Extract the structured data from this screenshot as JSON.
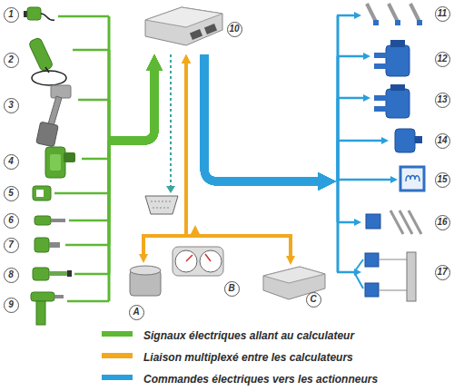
{
  "diagram": {
    "nodes": [
      {
        "text": [
          "1"
        ]
      },
      {
        "text": [
          "2"
        ]
      },
      {
        "text": [
          "3"
        ]
      },
      {
        "text": [
          "4"
        ]
      },
      {
        "text": [
          "5"
        ]
      },
      {
        "text": [
          "6"
        ]
      },
      {
        "text": [
          "7"
        ]
      },
      {
        "text": [
          "8"
        ]
      },
      {
        "text": [
          "9"
        ]
      },
      {
        "text": [
          "10"
        ]
      },
      {
        "text": [
          "11"
        ]
      },
      {
        "text": [
          "12"
        ]
      },
      {
        "text": [
          "13"
        ]
      },
      {
        "text": [
          "14"
        ]
      },
      {
        "text": [
          "15"
        ]
      },
      {
        "text": [
          "16"
        ]
      },
      {
        "text": [
          "17"
        ]
      },
      {
        "text": [
          "A"
        ]
      },
      {
        "text": [
          "B"
        ]
      },
      {
        "text": [
          "C"
        ]
      }
    ],
    "edges": [
      {
        "from": 0,
        "to": 9,
        "arrow": "to"
      },
      {
        "from": 1,
        "to": 9,
        "arrow": "to"
      },
      {
        "from": 2,
        "to": 9,
        "arrow": "to"
      },
      {
        "from": 3,
        "to": 9,
        "arrow": "to"
      },
      {
        "from": 4,
        "to": 9,
        "arrow": "to"
      },
      {
        "from": 5,
        "to": 9,
        "arrow": "to"
      },
      {
        "from": 6,
        "to": 9,
        "arrow": "to"
      },
      {
        "from": 7,
        "to": 9,
        "arrow": "to"
      },
      {
        "from": 8,
        "to": 9,
        "arrow": "to"
      },
      {
        "from": 9,
        "to": 10,
        "arrow": "to"
      },
      {
        "from": 9,
        "to": 11,
        "arrow": "to"
      },
      {
        "from": 9,
        "to": 12,
        "arrow": "to"
      },
      {
        "from": 9,
        "to": 13,
        "arrow": "to"
      },
      {
        "from": 9,
        "to": 14,
        "arrow": "to"
      },
      {
        "from": 9,
        "to": 15,
        "arrow": "to"
      },
      {
        "from": 9,
        "to": 16,
        "arrow": "to"
      },
      {
        "from": 9,
        "to": 17,
        "arrow": "both"
      },
      {
        "from": 9,
        "to": 18,
        "arrow": "both"
      },
      {
        "from": 9,
        "to": 19,
        "arrow": "both"
      }
    ],
    "legend": [
      {
        "text": "Signaux électriques allant au calculateur"
      },
      {
        "text": "Liaison multiplexé entre les calculateurs"
      },
      {
        "text": "Commandes électriques vers les actionneurs"
      }
    ]
  }
}
